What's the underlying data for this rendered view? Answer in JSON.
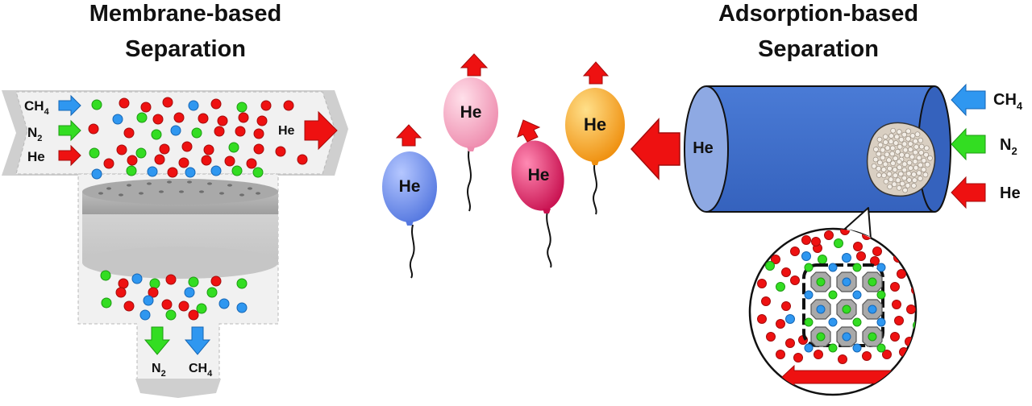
{
  "left_title": [
    "Membrane-based",
    "Separation"
  ],
  "right_title": [
    "Adsorption-based",
    "Separation"
  ],
  "feed_inlet": [
    {
      "main": "CH",
      "sub": "4",
      "arrow_color": "#2f97f0"
    },
    {
      "main": "N",
      "sub": "2",
      "arrow_color": "#33dd22"
    },
    {
      "main": "He",
      "sub": "",
      "arrow_color": "#ee1111"
    }
  ],
  "retentate": "He",
  "permeate": [
    {
      "main": "N",
      "sub": "2",
      "arrow_color": "#33dd22"
    },
    {
      "main": "CH",
      "sub": "4",
      "arrow_color": "#2f97f0"
    }
  ],
  "balloons": [
    {
      "label": "He",
      "color": "#6f8ff2"
    },
    {
      "label": "He",
      "color": "#f5a5bd"
    },
    {
      "label": "He",
      "color": "#e8306e"
    },
    {
      "label": "He",
      "color": "#f5a623"
    }
  ],
  "column_inlet": [
    {
      "main": "CH",
      "sub": "4",
      "arrow_color": "#2f97f0"
    },
    {
      "main": "N",
      "sub": "2",
      "arrow_color": "#33dd22"
    },
    {
      "main": "He",
      "sub": "",
      "arrow_color": "#ee1111"
    }
  ],
  "column_outlet": "He",
  "colors": {
    "ch4": "#2f97f0",
    "n2": "#33dd22",
    "he": "#ee1111",
    "column": "#3f6fc8",
    "arrow": "#ee1111"
  }
}
